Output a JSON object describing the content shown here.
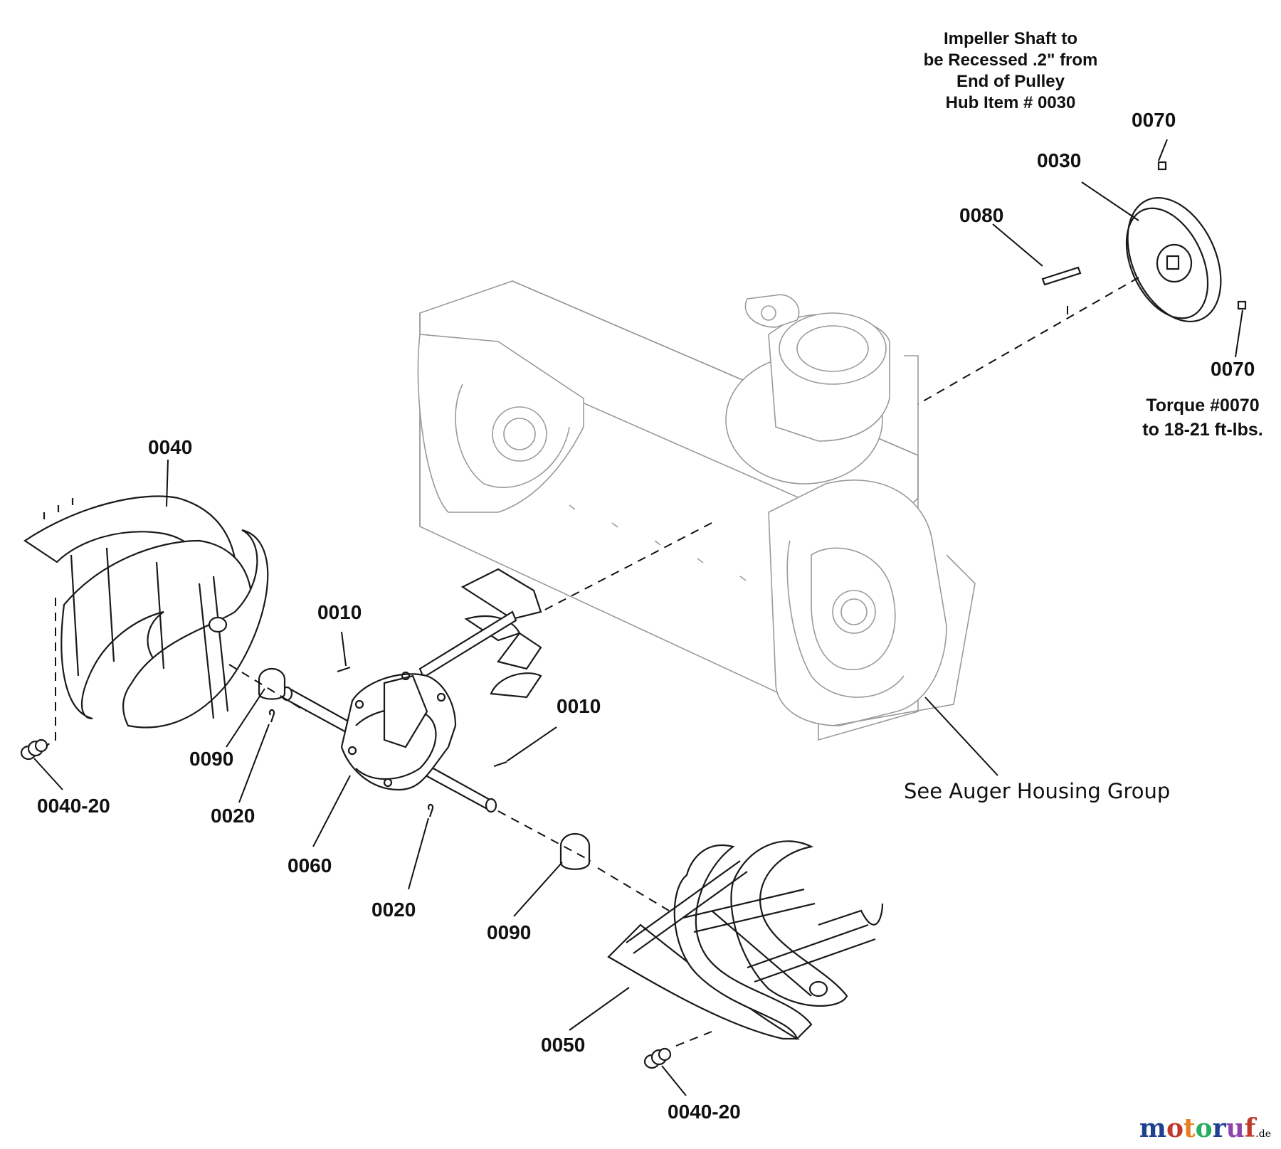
{
  "diagram": {
    "part_labels": {
      "p0010_a": "0010",
      "p0010_b": "0010",
      "p0020_a": "0020",
      "p0020_b": "0020",
      "p0030": "0030",
      "p0040": "0040",
      "p0040_20_a": "0040-20",
      "p0040_20_b": "0040-20",
      "p0050": "0050",
      "p0060": "0060",
      "p0070_a": "0070",
      "p0070_b": "0070",
      "p0080": "0080",
      "p0090_a": "0090",
      "p0090_b": "0090"
    },
    "notes": {
      "impeller": [
        "Impeller Shaft to",
        "be Recessed .2\" from",
        "End of Pulley",
        "Hub Item # 0030"
      ],
      "torque": [
        "Torque #0070",
        "to 18-21 ft-lbs."
      ],
      "housing_ref": "See Auger Housing Group"
    },
    "watermark": {
      "text": "motoruf",
      "suffix": ".de",
      "colors": [
        "#1f3f8f",
        "#c0392b",
        "#e67e22",
        "#27ae60",
        "#1f3f8f",
        "#8e44ad",
        "#c0392b"
      ]
    }
  }
}
